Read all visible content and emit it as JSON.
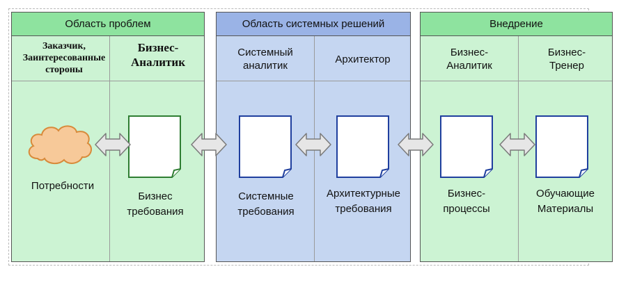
{
  "panels": {
    "problems": {
      "title": "Область проблем",
      "color": "#8ee39f"
    },
    "solutions": {
      "title": "Область системных решений",
      "color": "#9ab3e6"
    },
    "implementation": {
      "title": "Внедрение",
      "color": "#8ee39f"
    }
  },
  "roles": {
    "customer": "Заказчик, Заинтересованные стороны",
    "business_analyst_1": "Бизнес- Аналитик",
    "system_analyst": "Системный аналитик",
    "architect": "Архитектор",
    "business_analyst_2": "Бизнес- Аналитик",
    "business_trainer": "Бизнес- Тренер"
  },
  "artifacts": {
    "needs": "Потребности",
    "business_requirements": "Бизнес требования",
    "system_requirements": "Системные требования",
    "architecture_requirements": "Архитектурные требования",
    "business_processes": "Бизнес- процессы",
    "training_materials": "Обучающие Материалы"
  },
  "icons": {
    "needs": "cloud-icon",
    "documents": "document-icon",
    "links": "double-arrow-icon"
  },
  "colors": {
    "green_body": "#ccf3d3",
    "blue_body": "#c5d6f1",
    "doc_green_border": "#2e7d32",
    "doc_blue_border": "#1f3f9e",
    "cloud_fill": "#f7c999",
    "cloud_border": "#d88a3a",
    "arrow_fill": "#e6e6e6",
    "arrow_border": "#7a7a7a"
  }
}
